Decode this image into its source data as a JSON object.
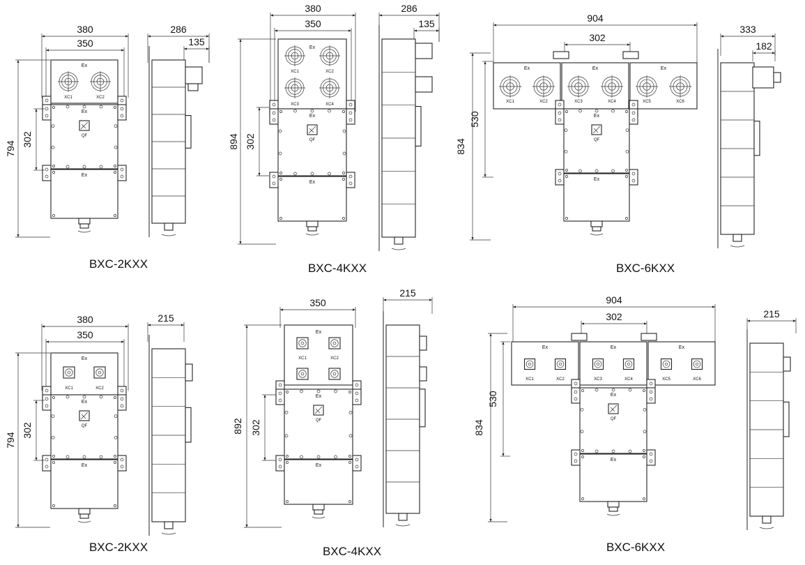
{
  "variants": [
    {
      "caption": "BXC-2KXX",
      "dims": {
        "outer_width": "380",
        "inner_width": "350",
        "side_depth": "286",
        "head_depth": "135",
        "height": "794",
        "mid": "302"
      },
      "sockets": [
        "XC1",
        "XC2"
      ],
      "switch": "QF",
      "ex": "Ex"
    },
    {
      "caption": "BXC-4KXX",
      "dims": {
        "outer_width": "380",
        "inner_width": "350",
        "side_depth": "286",
        "head_depth": "135",
        "height": "894",
        "mid": "302"
      },
      "sockets": [
        "XC1",
        "XC2",
        "XC3",
        "XC4"
      ],
      "switch": "QF",
      "ex": "Ex"
    },
    {
      "caption": "BXC-6KXX",
      "dims": {
        "outer_width": "904",
        "inner_width": "302",
        "side_depth": "333",
        "head_depth": "182",
        "height": "834",
        "mid": "530"
      },
      "sockets": [
        "XC1",
        "XC2",
        "XC3",
        "XC4",
        "XC5",
        "XC6"
      ],
      "switch": "QF",
      "ex": "Ex"
    },
    {
      "caption": "BXC-2KXX",
      "dims": {
        "outer_width": "380",
        "inner_width": "350",
        "side_depth": "215",
        "height": "794",
        "mid": "302"
      },
      "sockets": [
        "XC1",
        "XC2"
      ],
      "switch": "QF",
      "ex": "Ex"
    },
    {
      "caption": "BXC-4KXX",
      "dims": {
        "outer_width": "350",
        "side_depth": "215",
        "height": "892",
        "mid": "302"
      },
      "sockets": [
        "XC1",
        "XC2",
        "XC3",
        "XC4"
      ],
      "switch": "QF",
      "ex": "Ex"
    },
    {
      "caption": "BXC-6KXX",
      "dims": {
        "outer_width": "904",
        "inner_width": "302",
        "side_depth": "215",
        "height": "834",
        "mid": "530"
      },
      "sockets": [
        "XC1",
        "XC2",
        "XC3",
        "XC4",
        "XC5",
        "XC6"
      ],
      "switch": "QF",
      "ex": "Ex"
    }
  ]
}
